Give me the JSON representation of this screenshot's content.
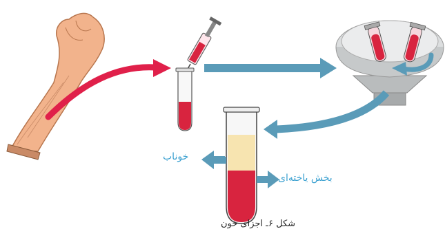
{
  "labels": {
    "plasma": "خوناب",
    "cellular_part": "بخش یاخته‌ای"
  },
  "caption": "شکل ۶ـ اجزای خون",
  "colors": {
    "blood_red": "#d8243f",
    "arrow_red": "#e0204a",
    "arrow_blue": "#5a9bb8",
    "skin": "#f2b38c",
    "plasma": "#f7e4b0",
    "label_blue": "#3aa0d0"
  }
}
